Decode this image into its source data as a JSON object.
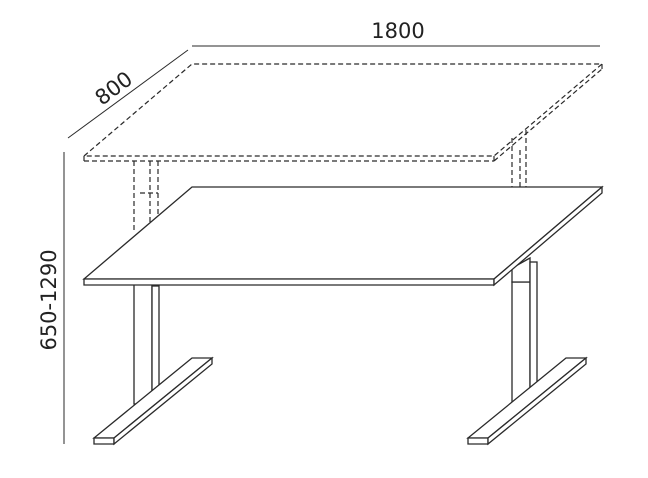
{
  "dimensions": {
    "width": "1800",
    "depth": "800",
    "height_range": "650-1290"
  },
  "colors": {
    "line": "#2a2a2a",
    "background": "#ffffff"
  }
}
